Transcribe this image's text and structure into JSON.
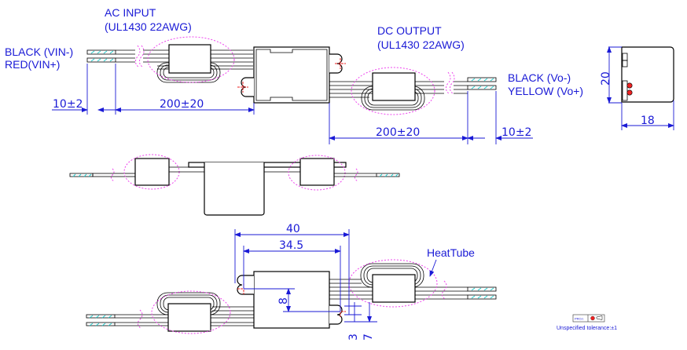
{
  "drawing": {
    "top_view": {
      "ac_input": {
        "title": "AC INPUT",
        "spec": "(UL1430  22AWG)"
      },
      "input_wires": {
        "black": "BLACK (VIN-)",
        "red": "RED(VIN+)"
      },
      "dc_output": {
        "title": "DC  OUTPUT",
        "spec": "(UL1430 22AWG)"
      },
      "output_wires": {
        "black": "BLACK (Vo-)",
        "yellow": "YELLOW (Vo+)"
      },
      "dims": {
        "input_strip": "10±2",
        "input_length": "200±20",
        "output_length": "200±20",
        "output_strip": "10±2"
      }
    },
    "side_view": {
      "dims": {
        "height": "20",
        "width": "18"
      }
    },
    "bottom_view": {
      "dims": {
        "overall": "40",
        "hole_pitch": "34.5",
        "hole_offset": "8",
        "d3": "3",
        "d7": "7"
      },
      "heat_tube_label": "HeatTube"
    },
    "footer": {
      "proj_label": "PROJ.",
      "tolerance": "Unspecified tolerance:±1"
    }
  }
}
